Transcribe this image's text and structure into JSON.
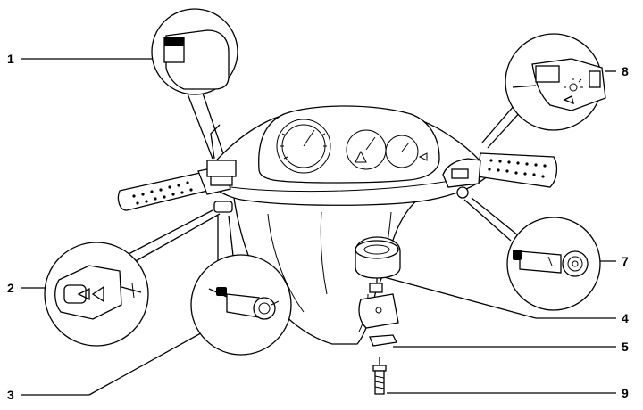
{
  "diagram": {
    "callouts": [
      {
        "id": "1",
        "label": "1"
      },
      {
        "id": "2",
        "label": "2"
      },
      {
        "id": "3",
        "label": "3"
      },
      {
        "id": "4",
        "label": "4"
      },
      {
        "id": "5",
        "label": "5"
      },
      {
        "id": "6",
        "label": "7"
      },
      {
        "id": "7",
        "label": "8"
      },
      {
        "id": "8",
        "label": "9"
      }
    ]
  }
}
